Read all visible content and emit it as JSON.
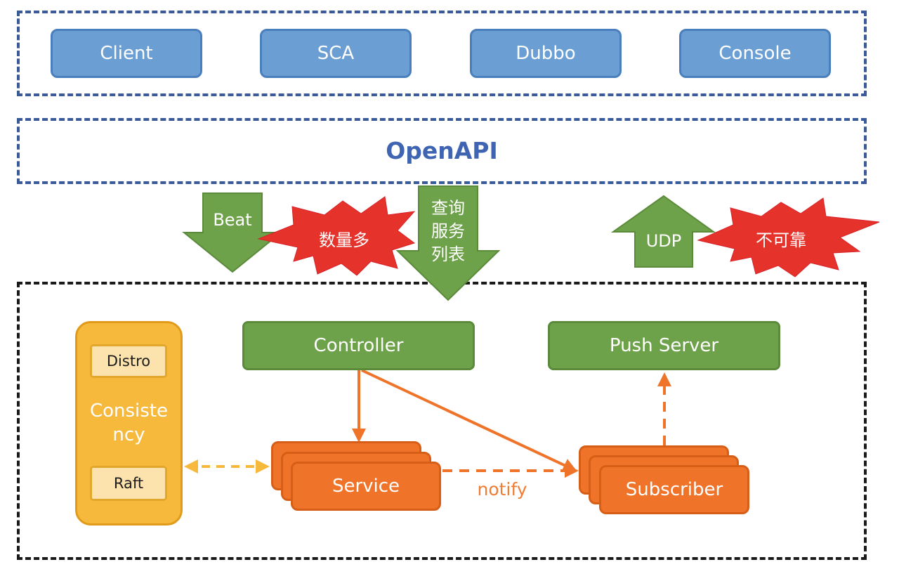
{
  "clients": [
    "Client",
    "SCA",
    "Dubbo",
    "Console"
  ],
  "openapi": "OpenAPI",
  "arrows": {
    "beat": "Beat",
    "query_line1": "查询",
    "query_line2": "服务",
    "query_line3": "列表",
    "udp": "UDP"
  },
  "bursts": {
    "many": "数量多",
    "unreliable": "不可靠"
  },
  "server": {
    "controller": "Controller",
    "push_server": "Push Server",
    "service": "Service",
    "subscriber": "Subscriber",
    "notify": "notify",
    "consistency": {
      "distro": "Distro",
      "raft": "Raft",
      "label_line1": "Consiste",
      "label_line2": "ncy"
    }
  },
  "colors": {
    "frame_blue": "#3b5a99",
    "client_fill": "#6b9fd3",
    "green": "#6ea24a",
    "orange": "#ef7429",
    "yellow": "#f6b93b",
    "burst_red": "#e5322a"
  }
}
